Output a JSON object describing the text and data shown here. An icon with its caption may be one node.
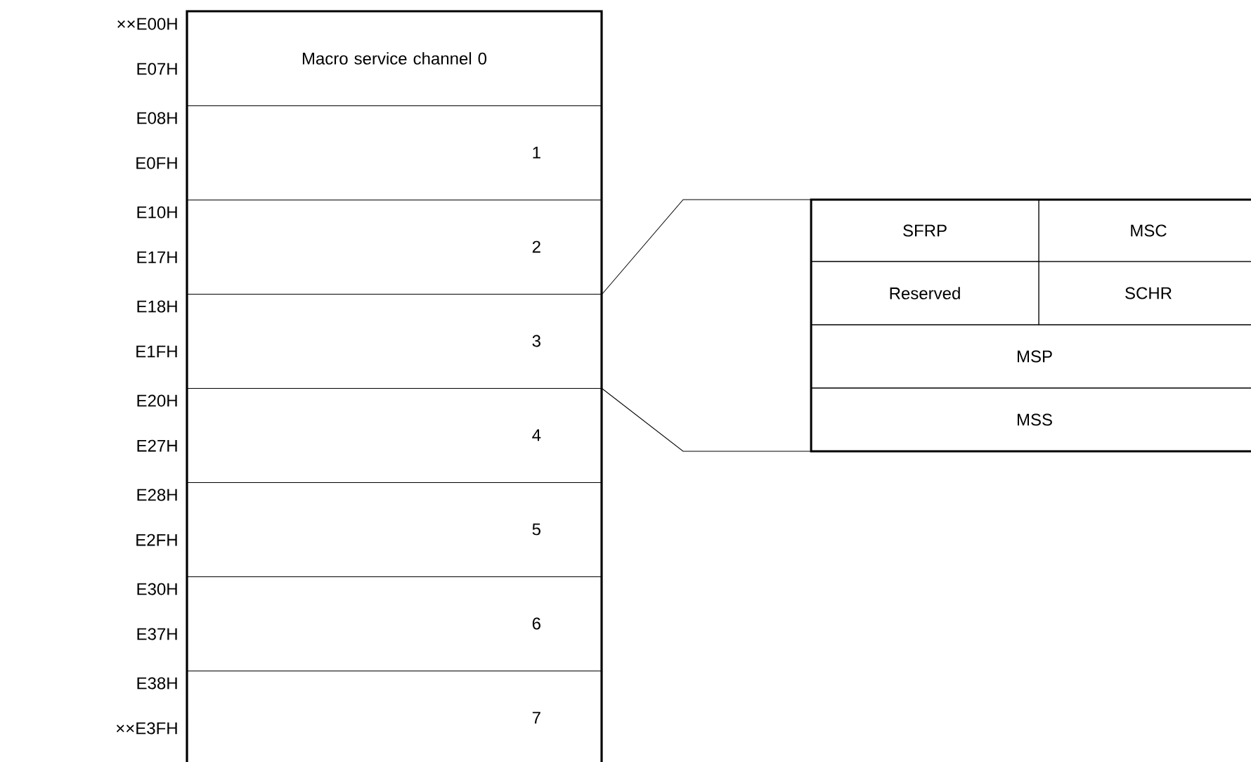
{
  "diagram": {
    "nodes": [
      {
        "text": [
          "Macro service channel 0"
        ],
        "beside": [
          "××E00H",
          "E07H"
        ]
      },
      {
        "text": [
          "1"
        ],
        "beside": [
          "E08H",
          "E0FH"
        ]
      },
      {
        "text": [
          "2"
        ],
        "beside": [
          "E10H",
          "E17H"
        ]
      },
      {
        "text": [
          "3"
        ],
        "beside": [
          "E18H",
          "E1FH"
        ]
      },
      {
        "text": [
          "4"
        ],
        "beside": [
          "E20H",
          "E27H"
        ]
      },
      {
        "text": [
          "5"
        ],
        "beside": [
          "E28H",
          "E2FH"
        ]
      },
      {
        "text": [
          "6"
        ],
        "beside": [
          "E30H",
          "E37H"
        ]
      },
      {
        "text": [
          "7"
        ],
        "beside": [
          "E38H",
          "××E3FH"
        ]
      },
      {
        "text": [],
        "shape": "box"
      },
      {
        "text": [
          "SFRP"
        ],
        "in": 8
      },
      {
        "text": [
          "MSC"
        ],
        "in": 8
      },
      {
        "text": [
          "Reserved"
        ],
        "in": 8
      },
      {
        "text": [
          "SCHR"
        ],
        "in": 8
      },
      {
        "text": [
          "MSP"
        ],
        "in": 8
      },
      {
        "text": [
          "MSS"
        ],
        "in": 8
      }
    ],
    "edges": [
      {
        "from": 3,
        "to": 8,
        "arrow": "none"
      },
      {
        "from": 3,
        "to": 8,
        "arrow": "none"
      }
    ]
  }
}
